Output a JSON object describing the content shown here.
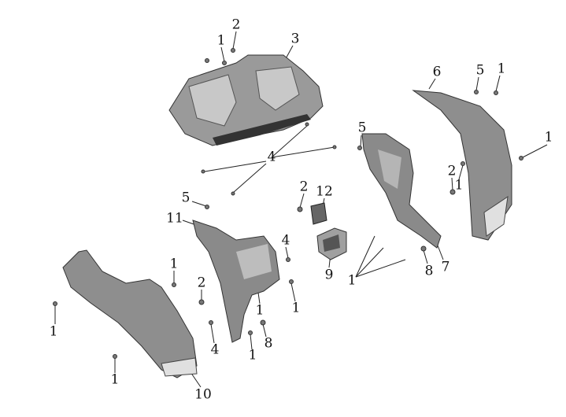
{
  "diagram": {
    "labels": [
      "1",
      "2",
      "3",
      "6",
      "5",
      "1",
      "1",
      "5",
      "4",
      "2",
      "1",
      "2",
      "12",
      "5",
      "11",
      "4",
      "1",
      "9",
      "1",
      "8",
      "7",
      "2",
      "1",
      "1",
      "1",
      "8",
      "4",
      "1",
      "1",
      "10"
    ],
    "colors": {
      "part": "#8e8e8e",
      "part_light": "#bdbdbd",
      "part_dark": "#4a4a4a",
      "line": "#222222"
    }
  }
}
